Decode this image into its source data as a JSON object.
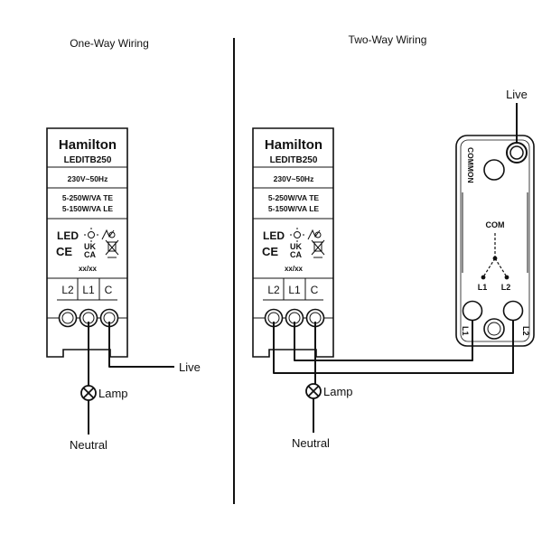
{
  "sections": {
    "one_way_title": "One-Way Wiring",
    "two_way_title": "Two-Way Wiring"
  },
  "module": {
    "brand": "Hamilton",
    "model": "LEDITB250",
    "voltage": "230V~50Hz",
    "rating_te": "5-250W/VA TE",
    "rating_le": "5-150W/VA LE",
    "led": "LED",
    "ce": "CE",
    "ukca_top": "UK",
    "ukca_bottom": "CA",
    "date_code": "xx/xx",
    "terminals": [
      "L2",
      "L1",
      "C"
    ]
  },
  "labels": {
    "live": "Live",
    "lamp": "Lamp",
    "neutral": "Neutral"
  },
  "second_switch": {
    "common": "COMMON",
    "com": "COM",
    "l1": "L1",
    "l2": "L2"
  }
}
